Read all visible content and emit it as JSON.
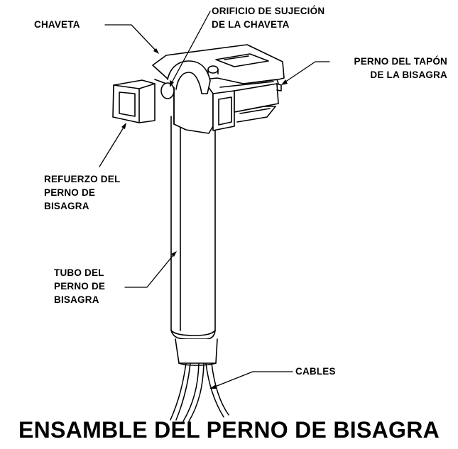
{
  "labels": {
    "chaveta": [
      "CHAVETA"
    ],
    "orificio": [
      "ORIFICIO DE SUJECIÓN",
      "DE LA CHAVETA"
    ],
    "perno_tapon": [
      "PERNO DEL TAPÓN",
      "DE LA BISAGRA"
    ],
    "refuerzo": [
      "REFUERZO DEL",
      "PERNO DE",
      "BISAGRA"
    ],
    "tubo": [
      "TUBO DEL",
      "PERNO DE",
      "BISAGRA"
    ],
    "cables": [
      "CABLES"
    ]
  },
  "caption": "ENSAMBLE DEL PERNO DE BISAGRA"
}
